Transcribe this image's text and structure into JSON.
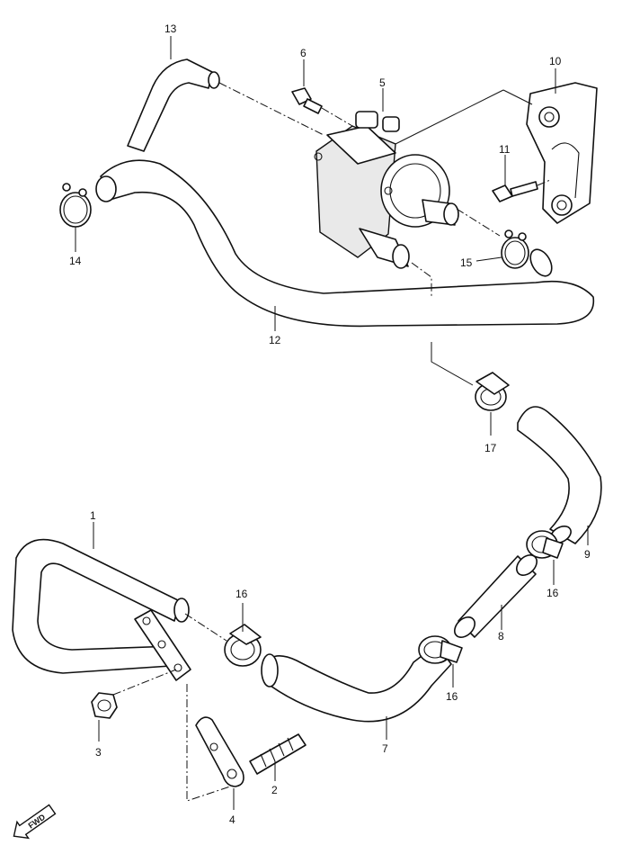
{
  "callouts": [
    {
      "id": "c1",
      "text": "1"
    },
    {
      "id": "c2",
      "text": "2"
    },
    {
      "id": "c3",
      "text": "3"
    },
    {
      "id": "c4",
      "text": "4"
    },
    {
      "id": "c5",
      "text": "5"
    },
    {
      "id": "c6",
      "text": "6"
    },
    {
      "id": "c7",
      "text": "7"
    },
    {
      "id": "c8",
      "text": "8"
    },
    {
      "id": "c9",
      "text": "9"
    },
    {
      "id": "c10",
      "text": "10"
    },
    {
      "id": "c11",
      "text": "11"
    },
    {
      "id": "c12",
      "text": "12"
    },
    {
      "id": "c13",
      "text": "13"
    },
    {
      "id": "c14",
      "text": "14"
    },
    {
      "id": "c15",
      "text": "15"
    },
    {
      "id": "c16a",
      "text": "16"
    },
    {
      "id": "c16b",
      "text": "16"
    },
    {
      "id": "c16c",
      "text": "16"
    },
    {
      "id": "c17",
      "text": "17"
    }
  ],
  "fwd_badge": "FWD",
  "colors": {
    "line": "#111111",
    "background": "#ffffff"
  }
}
